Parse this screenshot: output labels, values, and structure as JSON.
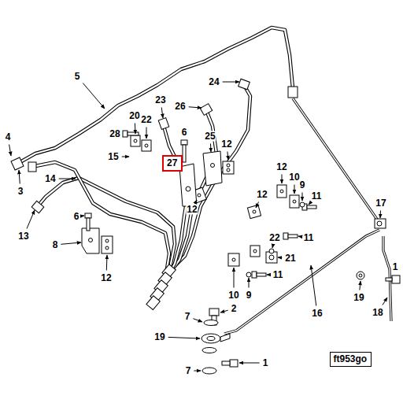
{
  "diagram": {
    "nodes": [
      {
        "text": [
          "27"
        ]
      },
      {
        "text": [
          "ft953go"
        ]
      }
    ],
    "labels": [
      "5",
      "24",
      "23",
      "26",
      "4",
      "28",
      "20",
      "22",
      "6",
      "25",
      "12",
      "3",
      "14",
      "15",
      "12",
      "10",
      "9",
      "11",
      "12",
      "12",
      "17",
      "6",
      "13",
      "8",
      "12",
      "22",
      "11",
      "21",
      "10",
      "9",
      "11",
      "1",
      "16",
      "19",
      "18",
      "2",
      "7",
      "19",
      "7",
      "1"
    ]
  }
}
